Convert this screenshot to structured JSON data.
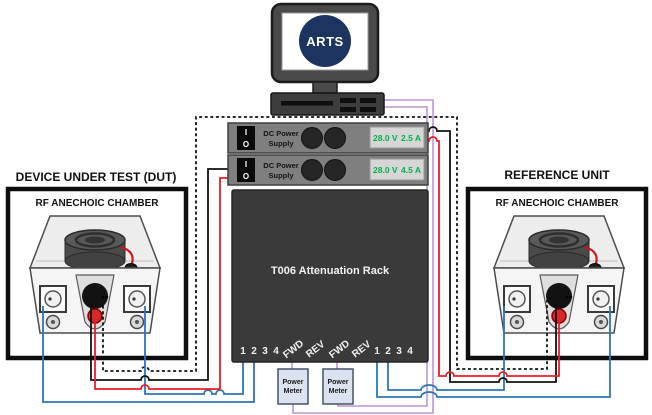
{
  "computer": {
    "logo_text": "ARTS"
  },
  "power_supplies": [
    {
      "switch_top": "I",
      "switch_bottom": "O",
      "label_line1": "DC Power",
      "label_line2": "Supply",
      "voltage": "28.0 V",
      "current": "2.5 A"
    },
    {
      "switch_top": "I",
      "switch_bottom": "O",
      "label_line1": "DC Power",
      "label_line2": "Supply",
      "voltage": "28.0 V",
      "current": "4.5 A"
    }
  ],
  "rack": {
    "label": "T006 Attenuation Rack",
    "ports": [
      "1",
      "2",
      "3",
      "4"
    ],
    "fwd": "FWD",
    "rev": "REV"
  },
  "dut_chamber": {
    "title": "DEVICE UNDER TEST (DUT)",
    "label": "RF ANECHOIC CHAMBER"
  },
  "ref_chamber": {
    "title": "REFERENCE UNIT",
    "label": "RF ANECHOIC CHAMBER"
  },
  "power_meters": [
    {
      "line1": "Power",
      "line2": "Meter"
    },
    {
      "line1": "Power",
      "line2": "Meter"
    }
  ],
  "colors": {
    "wire_blue": "#2e75b6",
    "wire_red": "#ed1c24",
    "wire_black": "#111111",
    "wire_purple": "#b897d8",
    "display_green": "#00b050",
    "logo_navy": "#1d3461"
  }
}
